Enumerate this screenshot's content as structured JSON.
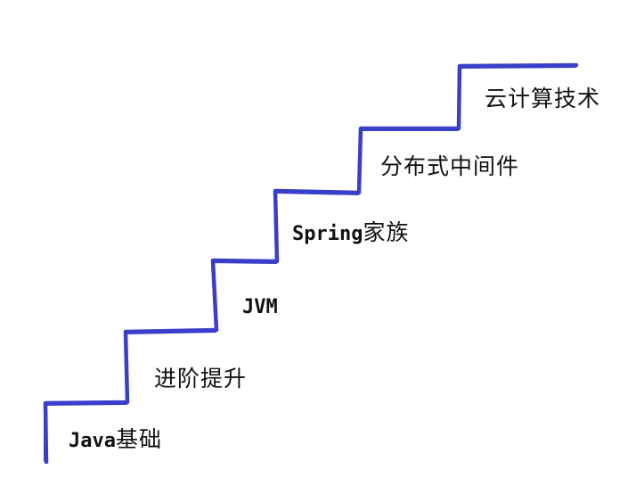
{
  "diagram": {
    "stroke_color": "#3a3fc9",
    "text_color": "#111111",
    "steps": [
      {
        "latin": "Java",
        "cjk": "基础"
      },
      {
        "latin": "",
        "cjk": "进阶提升"
      },
      {
        "latin": "JVM",
        "cjk": ""
      },
      {
        "latin": "Spring",
        "cjk": "家族"
      },
      {
        "latin": "",
        "cjk": "分布式中间件"
      },
      {
        "latin": "",
        "cjk": "云计算技术"
      }
    ]
  }
}
